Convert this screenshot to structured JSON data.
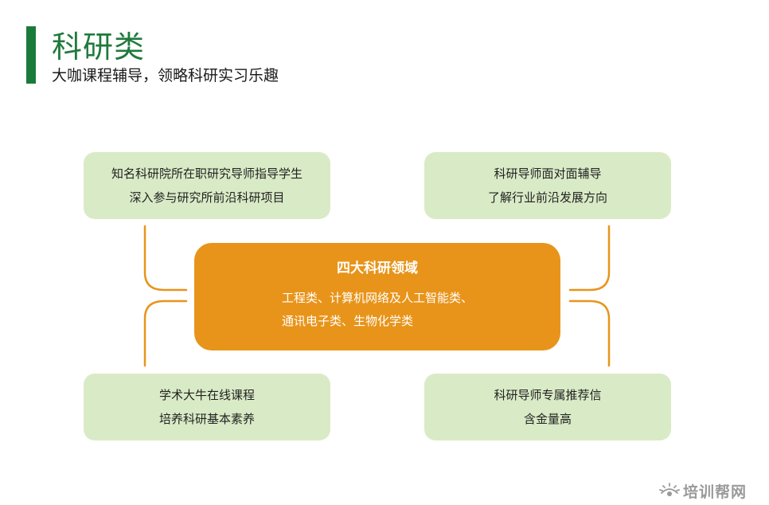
{
  "header": {
    "title": "科研类",
    "subtitle": "大咖课程辅导，领略科研实习乐趣"
  },
  "center": {
    "title": "四大科研领域",
    "line1": "工程类、计算机网络及人工智能类、",
    "line2": "通讯电子类、生物化学类"
  },
  "boxes": {
    "top_left": {
      "line1": "知名科研院所在职研究导师指导学生",
      "line2": "深入参与研究所前沿科研项目"
    },
    "top_right": {
      "line1": "科研导师面对面辅导",
      "line2": "了解行业前沿发展方向"
    },
    "bottom_left": {
      "line1": "学术大牛在线课程",
      "line2": "培养科研基本素养"
    },
    "bottom_right": {
      "line1": "科研导师专属推荐信",
      "line2": "含金量高"
    }
  },
  "watermark": {
    "text": "培训帮网",
    "icon": "sun-eye-icon"
  },
  "colors": {
    "accent_green": "#1f7a3c",
    "box_fill": "#d9ebc6",
    "center_fill": "#e8941a",
    "connector": "#e8941a"
  }
}
